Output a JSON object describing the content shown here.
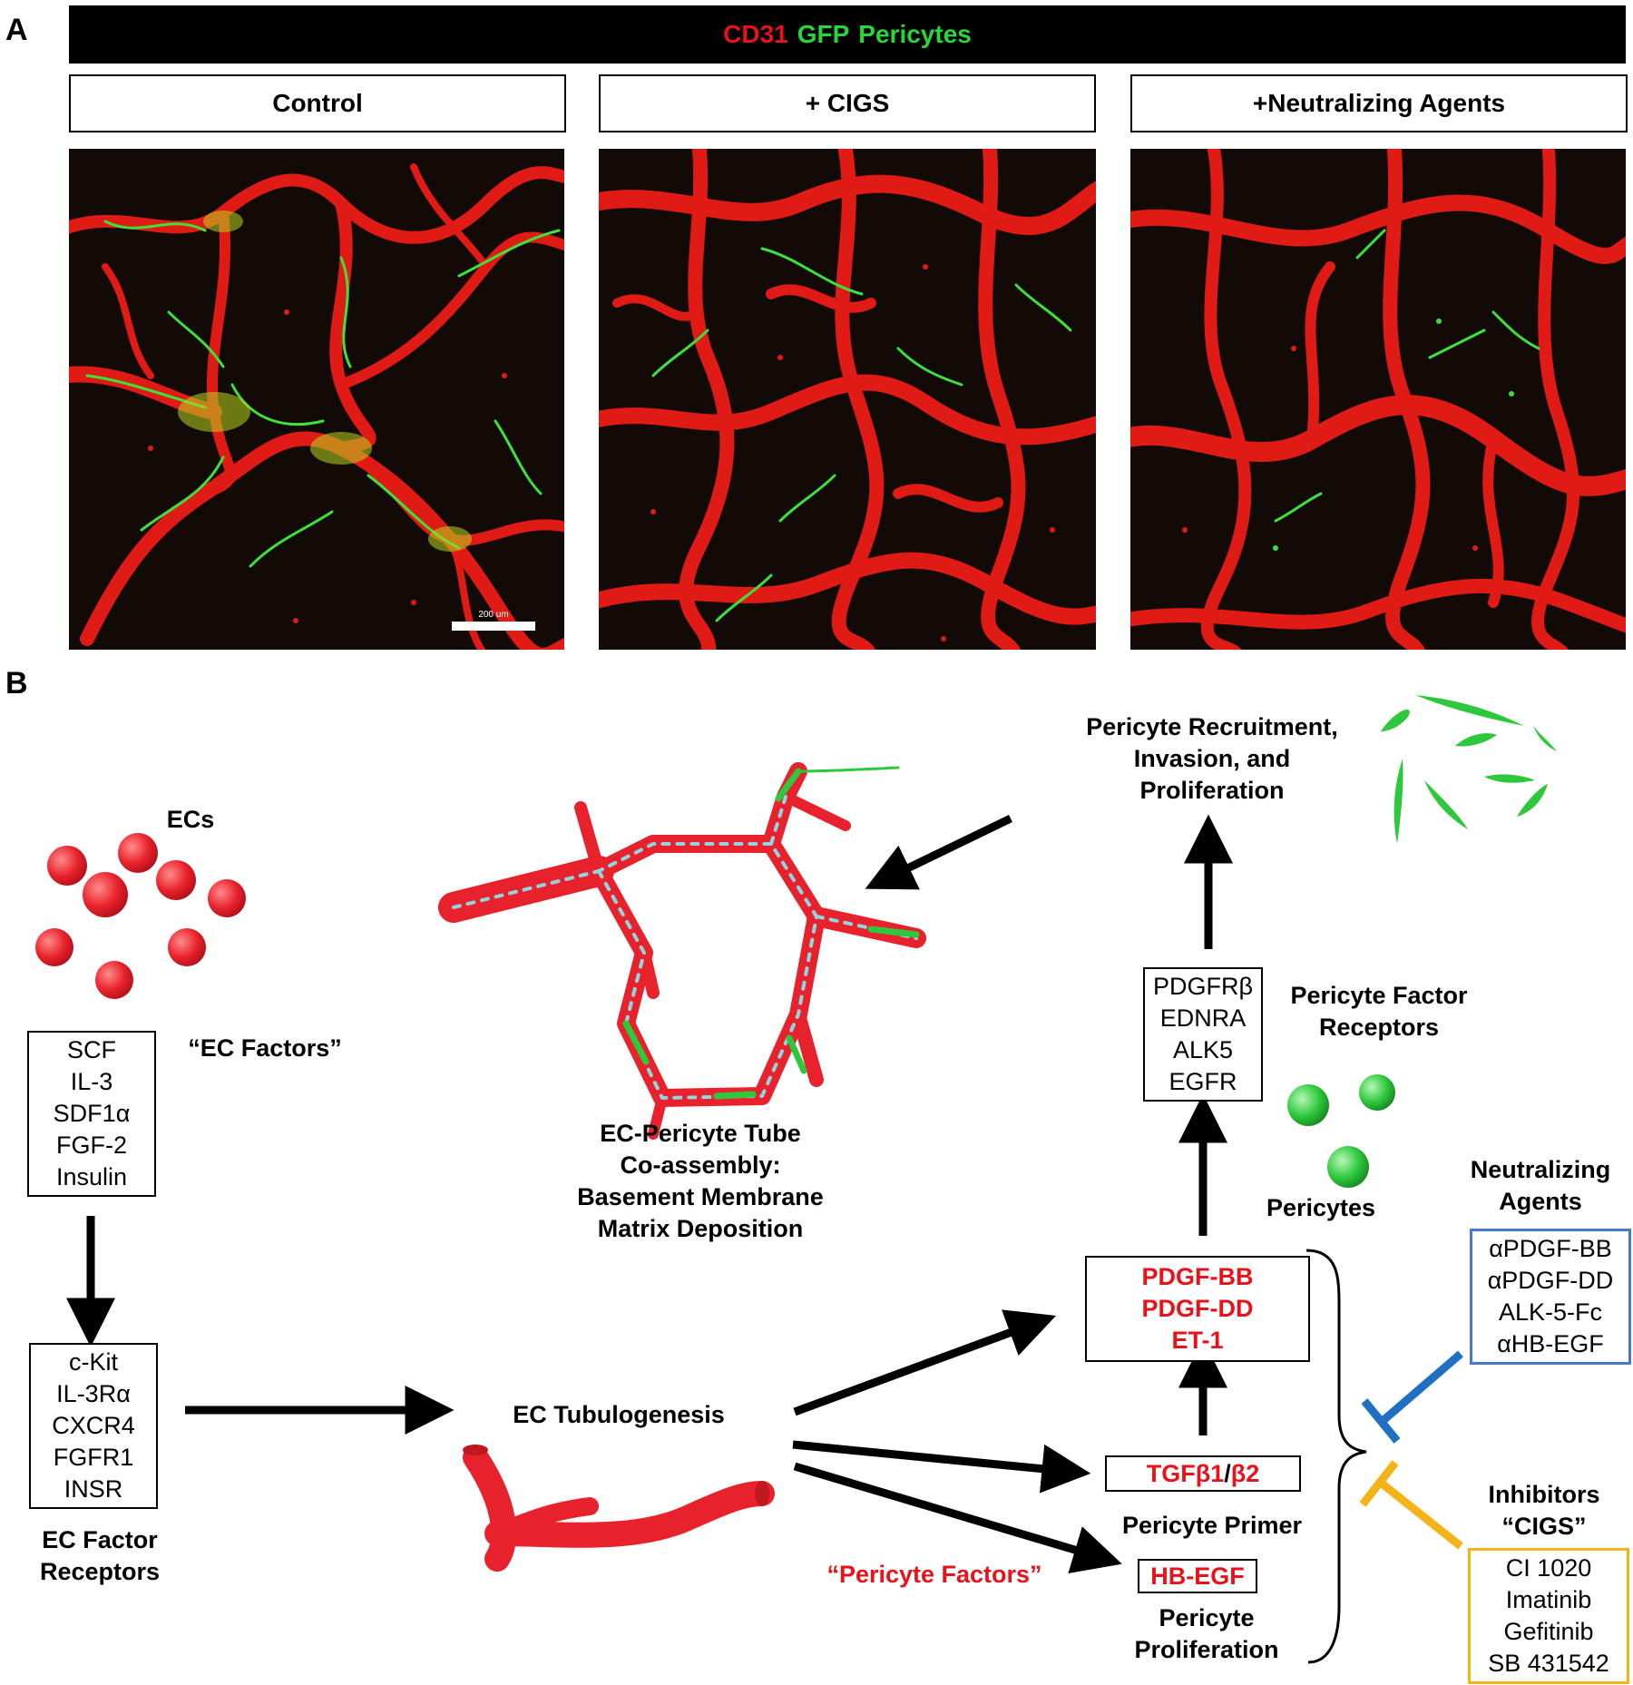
{
  "panel_a": {
    "letter": "A",
    "legend": {
      "cd31": "CD31",
      "gfp": "GFP",
      "pericytes": "Pericytes"
    },
    "conditions": [
      "Control",
      "+ CIGS",
      "+Neutralizing Agents"
    ],
    "scale_bar_label": "200 um",
    "colors": {
      "ec_red": "#e8121b",
      "pericyte_green": "#27d63a"
    }
  },
  "panel_b": {
    "letter": "B",
    "ecs_label": "ECs",
    "ec_factors_title": "“EC Factors”",
    "ec_factors": [
      "SCF",
      "IL-3",
      "SDF1α",
      "FGF-2",
      "Insulin"
    ],
    "ec_receptors": [
      "c-Kit",
      "IL-3Rα",
      "CXCR4",
      "FGFR1",
      "INSR"
    ],
    "ec_receptors_title": [
      "EC Factor",
      "Receptors"
    ],
    "tubulogenesis_label": "EC Tubulogenesis",
    "coassembly_label": [
      "EC-Pericyte Tube",
      "Co-assembly:",
      "Basement Membrane",
      "Matrix Deposition"
    ],
    "recruitment_label": [
      "Pericyte Recruitment,",
      "Invasion, and",
      "Proliferation"
    ],
    "pericyte_receptors": [
      "PDGFRβ",
      "EDNRA",
      "ALK5",
      "EGFR"
    ],
    "pericyte_receptors_title": [
      "Pericyte Factor",
      "Receptors"
    ],
    "pericytes_label": "Pericytes",
    "factors_main": [
      "PDGF-BB",
      "PDGF-DD",
      "ET-1"
    ],
    "tgf": {
      "part1": "TGFβ1",
      "sep": "/",
      "part2": "β2"
    },
    "primer_label": "Pericyte Primer",
    "hbegf": "HB-EGF",
    "proliferation_label": [
      "Pericyte",
      "Proliferation"
    ],
    "pericyte_factors_title": "“Pericyte Factors”",
    "neutralizing_title": [
      "Neutralizing",
      "Agents"
    ],
    "neutralizing_agents": [
      "αPDGF-BB",
      "αPDGF-DD",
      "ALK-5-Fc",
      "αHB-EGF"
    ],
    "inhibitors_title": [
      "Inhibitors",
      "“CIGS”"
    ],
    "inhibitors": [
      "CI 1020",
      "Imatinib",
      "Gefitinib",
      "SB 431542"
    ],
    "colors": {
      "neutralizing_blue": "#1f6fc5",
      "inhibitor_yellow": "#f2b418",
      "factor_red": "#e8121b"
    }
  }
}
